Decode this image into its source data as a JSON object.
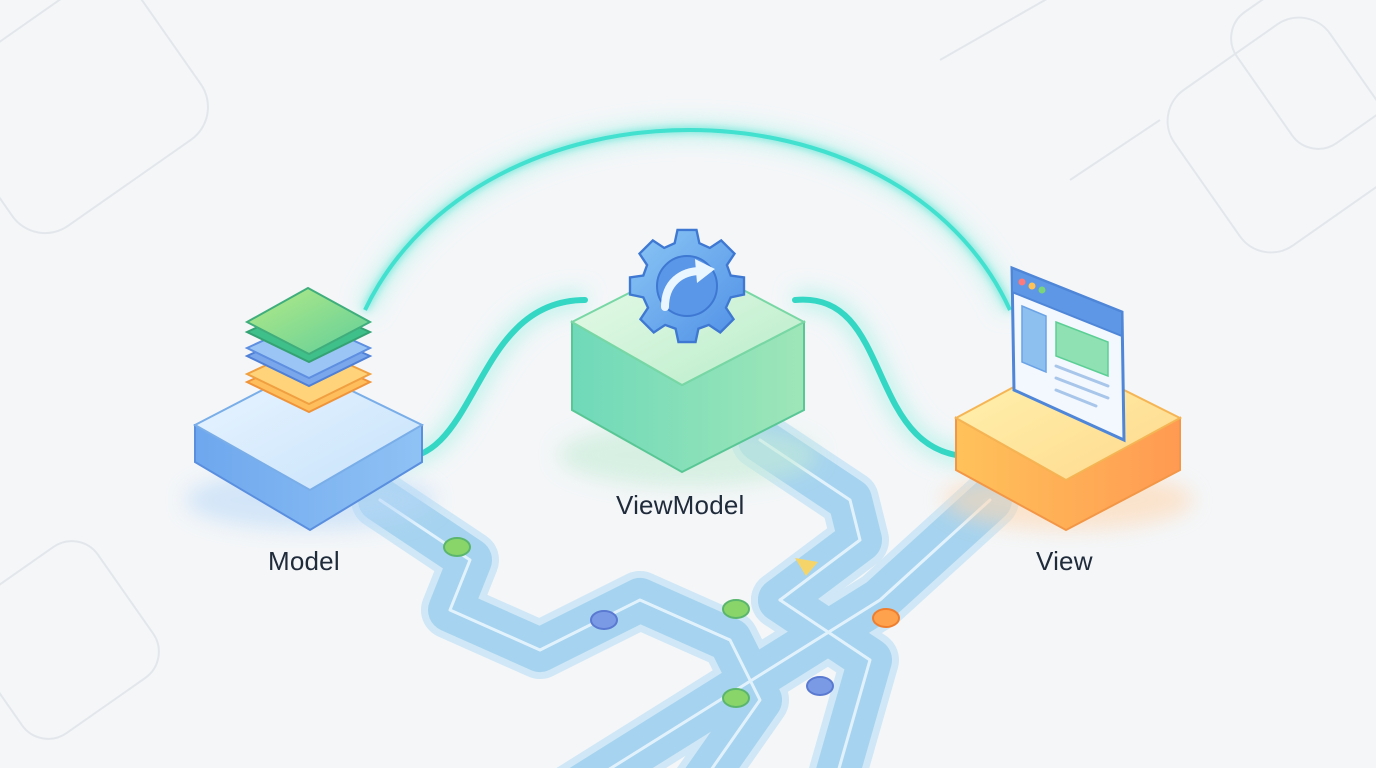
{
  "nodes": {
    "model": {
      "label": "Model",
      "icon": "layers-stack-icon"
    },
    "viewmodel": {
      "label": "ViewModel",
      "icon": "gear-refresh-icon"
    },
    "view": {
      "label": "View",
      "icon": "browser-window-icon"
    }
  },
  "colors": {
    "background": "#f4f6f8",
    "connector_glow": "#3ee0cf",
    "model_block": "#8fc3f2",
    "viewmodel_block": "#8fe0b3",
    "view_block": "#ffbf6b",
    "road": "#8fc6ea",
    "token_green": "#8ad56a",
    "token_blue": "#7b9ae6",
    "token_orange": "#ffa24d"
  }
}
